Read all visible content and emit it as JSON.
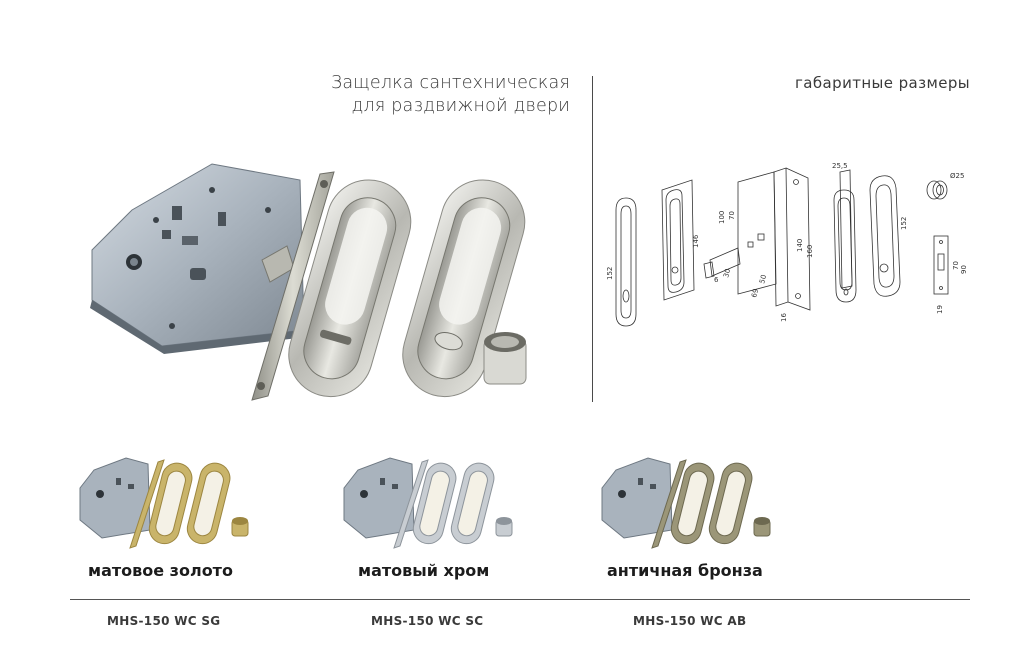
{
  "header": {
    "title_line1": "Защелка сантехническая",
    "title_line2": "для раздвижной двери",
    "dims_title": "габаритные размеры"
  },
  "drawing_labels": {
    "d152a": "152",
    "d146": "146",
    "d100": "100",
    "d70a": "70",
    "d140": "140",
    "d160": "160",
    "d6": "6",
    "d30": "30",
    "d50": "50",
    "d69": "69",
    "d16": "16",
    "d25_5": "25,5",
    "d152b": "152",
    "d25": "Ø25",
    "d70b": "70",
    "d90": "90",
    "d19": "19"
  },
  "variants": [
    {
      "finish": "матовое золото",
      "sku": "MHS-150 WC SG",
      "color": "#c9b46a",
      "color_dark": "#9c8640"
    },
    {
      "finish": "матовый хром",
      "sku": "MHS-150 WC SC",
      "color": "#c8cdd2",
      "color_dark": "#8d949b"
    },
    {
      "finish": "античная бронза",
      "sku": "MHS-150 WC AB",
      "color": "#9b9678",
      "color_dark": "#6d6950"
    }
  ]
}
